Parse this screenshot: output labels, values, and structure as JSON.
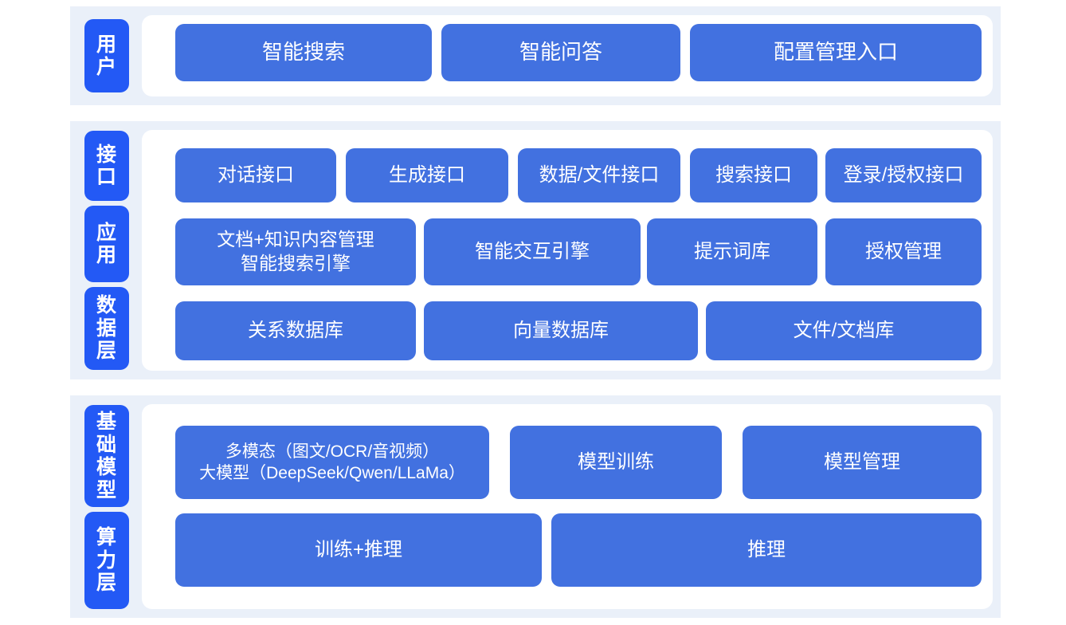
{
  "palette": {
    "page_background": "#ffffff",
    "section_band": "#eaf0f9",
    "panel": "#ffffff",
    "tab_blue": "#2359f5",
    "box_blue": "#4271e0",
    "text_on_blue": "#ffffff"
  },
  "diagram": {
    "title": "",
    "type": "layered-architecture",
    "sections": [
      {
        "name": "user-section",
        "tabs": [
          {
            "id": "user",
            "label": "用户",
            "chars": [
              "用",
              "户"
            ]
          }
        ],
        "rows": [
          {
            "name": "user-entry-row",
            "boxes": [
              {
                "id": "smart-search",
                "lines": [
                  "智能搜索"
                ]
              },
              {
                "id": "smart-qa",
                "lines": [
                  "智能问答"
                ]
              },
              {
                "id": "config-management-entry",
                "lines": [
                  "配置管理入口"
                ]
              }
            ]
          }
        ]
      },
      {
        "name": "middle-section",
        "tabs": [
          {
            "id": "api",
            "label": "接口",
            "chars": [
              "接",
              "口"
            ]
          },
          {
            "id": "application",
            "label": "应用",
            "chars": [
              "应",
              "用"
            ]
          },
          {
            "id": "data-layer",
            "label": "数据层",
            "chars": [
              "数",
              "据",
              "层"
            ]
          }
        ],
        "rows": [
          {
            "name": "api-row",
            "boxes": [
              {
                "id": "dialog-api",
                "lines": [
                  "对话接口"
                ]
              },
              {
                "id": "generation-api",
                "lines": [
                  "生成接口"
                ]
              },
              {
                "id": "data-file-api",
                "lines": [
                  "数据/文件接口"
                ]
              },
              {
                "id": "search-api",
                "lines": [
                  "搜索接口"
                ]
              },
              {
                "id": "login-auth-api",
                "lines": [
                  "登录/授权接口"
                ]
              }
            ]
          },
          {
            "name": "application-row",
            "boxes": [
              {
                "id": "doc-knowledge-management",
                "lines": [
                  "文档+知识内容管理",
                  "智能搜索引擎"
                ]
              },
              {
                "id": "smart-interaction-engine",
                "lines": [
                  "智能交互引擎"
                ]
              },
              {
                "id": "prompt-library",
                "lines": [
                  "提示词库"
                ]
              },
              {
                "id": "authorization-management",
                "lines": [
                  "授权管理"
                ]
              }
            ]
          },
          {
            "name": "data-row",
            "boxes": [
              {
                "id": "relational-database",
                "lines": [
                  "关系数据库"
                ]
              },
              {
                "id": "vector-database",
                "lines": [
                  "向量数据库"
                ]
              },
              {
                "id": "file-document-store",
                "lines": [
                  "文件/文档库"
                ]
              }
            ]
          }
        ]
      },
      {
        "name": "base-section",
        "tabs": [
          {
            "id": "base-model",
            "label": "基础模型",
            "chars": [
              "基",
              "础",
              "模",
              "型"
            ]
          },
          {
            "id": "compute-layer",
            "label": "算力层",
            "chars": [
              "算",
              "力",
              "层"
            ]
          }
        ],
        "rows": [
          {
            "name": "model-row",
            "boxes": [
              {
                "id": "multimodal-large-model",
                "lines": [
                  "多模态（图文/OCR/音视频）",
                  "大模型（DeepSeek/Qwen/LLaMa）"
                ]
              },
              {
                "id": "model-training",
                "lines": [
                  "模型训练"
                ]
              },
              {
                "id": "model-management",
                "lines": [
                  "模型管理"
                ]
              }
            ]
          },
          {
            "name": "compute-row",
            "boxes": [
              {
                "id": "training-inference",
                "lines": [
                  "训练+推理"
                ]
              },
              {
                "id": "inference",
                "lines": [
                  "推理"
                ]
              }
            ]
          }
        ]
      }
    ]
  }
}
